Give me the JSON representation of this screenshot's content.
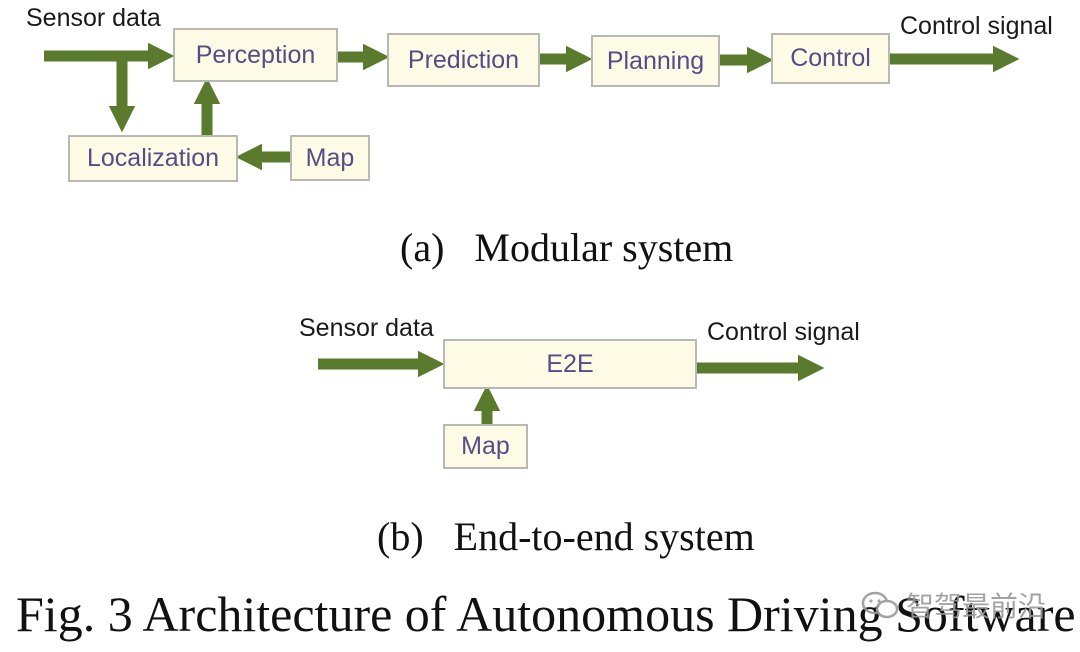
{
  "modular": {
    "input_label": "Sensor data",
    "output_label": "Control signal",
    "blocks": {
      "perception": "Perception",
      "prediction": "Prediction",
      "planning": "Planning",
      "control": "Control",
      "localization": "Localization",
      "map": "Map"
    },
    "caption": "(a)   Modular system"
  },
  "e2e": {
    "input_label": "Sensor data",
    "output_label": "Control signal",
    "blocks": {
      "e2e": "E2E",
      "map": "Map"
    },
    "caption": "(b)   End-to-end system"
  },
  "figure_caption": "Fig. 3 Architecture of Autonomous Driving Software",
  "watermark": "智驾最前沿",
  "colors": {
    "arrow": "#5a7a2e",
    "box_fill": "#fdfbe6",
    "box_border": "#b9b9b3",
    "box_text": "#5b4a86"
  }
}
